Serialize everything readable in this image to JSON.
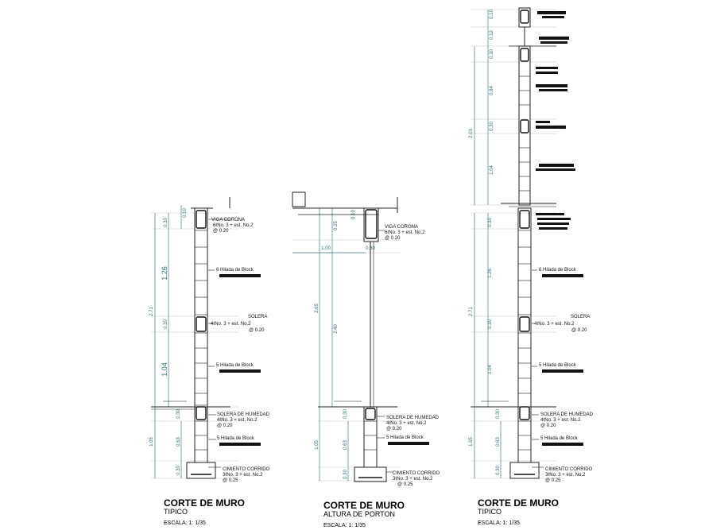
{
  "sections": [
    {
      "title": "CORTE DE MURO",
      "subtitle": "TIPICO",
      "scale_label": "ESCALA: 1: 1/35",
      "dims_total": "2.71",
      "dims": [
        "0.10",
        "0.30",
        "1.26",
        "0.30",
        "1.04",
        "1.05",
        "0.30",
        "0.63",
        "0.30"
      ],
      "labels": {
        "viga_corona": "VIGA CORONA",
        "viga_corona_spec": "6ℓNo. 3 + est. No.2",
        "viga_corona_spacing": "@ 0.20",
        "hiladas_upper": "6 Hilada de Block",
        "solera": "SOLERA",
        "solera_spec": "4ℓNo. 3 + est. No.2",
        "solera_spacing": "@ 0.20",
        "hiladas_mid": "5 Hilada de Block",
        "solera_humedad": "SOLERA DE HUMEDAD",
        "solera_humedad_spec": "4ℓNo. 3 + est. No.2",
        "solera_humedad_spacing": "@ 0.20",
        "hiladas_low": "5 Hilada de Block",
        "cimiento": "CIMIENTO CORRIDO",
        "cimiento_spec": "3ℓNo. 3 + est. No.2",
        "cimiento_spacing": "@ 0.25"
      }
    },
    {
      "title": "CORTE DE MURO",
      "subtitle": "ALTURA DE PORTON",
      "scale_label": "ESCALA: 1: 1/35",
      "dims_total": "2.65",
      "dims": [
        "0.10",
        "0.25",
        "1.00",
        "0.30",
        "2.40",
        "1.05",
        "0.30",
        "0.63",
        "0.30"
      ],
      "labels": {
        "viga_corona": "VIGA CORONA",
        "viga_corona_spec": "6ℓNo. 3 + est. No.2",
        "viga_corona_spacing": "@ 0.20",
        "solera_humedad": "SOLERA DE HUMEDAD",
        "solera_humedad_spec": "4ℓNo. 3 + est. No.2",
        "solera_humedad_spacing": "@ 0.20",
        "hiladas_low": "5 Hilada de Block",
        "cimiento": "CIMIENTO CORRIDO",
        "cimiento_spec": "3ℓNo. 3 + est. No.2",
        "cimiento_spacing": "@ 0.25"
      }
    },
    {
      "title": "CORTE DE MURO",
      "subtitle": "TIPICO",
      "scale_label": "ESCALA: 1: 1/35",
      "dims_total": "2.71",
      "dims_upper_total": "2.03",
      "dims_upper": [
        "0.10",
        "0.12",
        "0.30",
        "0.84",
        "0.30",
        "1.04"
      ],
      "dims": [
        "0.30",
        "1.26",
        "0.30",
        "1.04",
        "1.05",
        "0.30",
        "0.63",
        "0.30"
      ],
      "labels": {
        "hiladas_upper": "6 Hilada de Block",
        "solera": "SOLERA",
        "solera_spec": "4ℓNo. 3 + est. No.2",
        "solera_spacing": "@ 0.20",
        "hiladas_mid": "5 Hilada de Block",
        "solera_humedad": "SOLERA DE HUMEDAD",
        "solera_humedad_spec": "4ℓNo. 3 + est. No.2",
        "solera_humedad_spacing": "@ 0.20",
        "hiladas_low": "5 Hilada de Block",
        "cimiento": "CIMIENTO CORRIDO",
        "cimiento_spec": "3ℓNo. 3 + est. No.2",
        "cimiento_spacing": "@ 0.25"
      }
    }
  ]
}
